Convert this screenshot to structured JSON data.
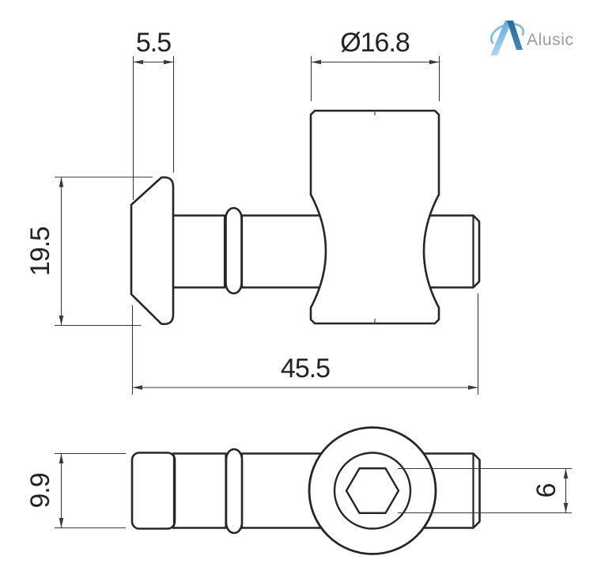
{
  "logo": {
    "brand": "Alusic",
    "text_color": "#9c9c9c",
    "mark_left_leg_color": "#6fb3e0",
    "mark_right_leg_color": "#336f9d",
    "mark_arc_color": "#7fbfe3"
  },
  "drawing": {
    "stroke_color": "#262626",
    "dim_color": "#3a3a3a",
    "dimensions": {
      "head_thickness": "5.5",
      "knob_diameter": "Ø16.8",
      "head_height": "19.5",
      "overall_length": "45.5",
      "shaft_diameter": "9.9",
      "hex_socket_size": "6"
    }
  }
}
